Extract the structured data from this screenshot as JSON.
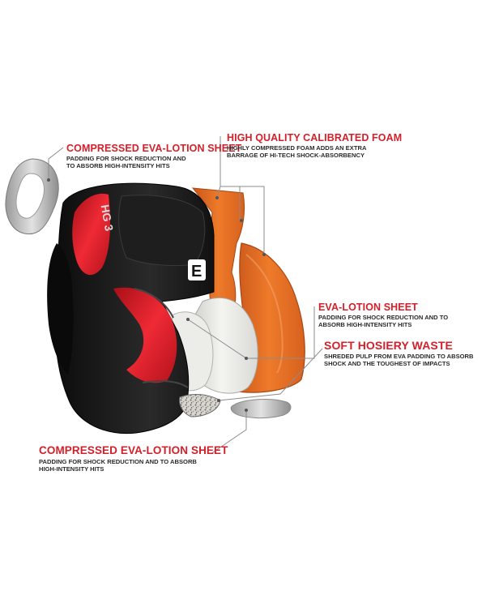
{
  "product": {
    "model_mark": "HG 3",
    "brand_mark": "E"
  },
  "callouts": [
    {
      "id": "compressed-eva-top",
      "title": "COMPRESSED EVA-LOTION SHEET",
      "text": "PADDING FOR SHOCK REDUCTION AND\nTO ABSORB HIGH-INTENSITY HITS"
    },
    {
      "id": "calibrated-foam",
      "title": "HIGH QUALITY CALIBRATED FOAM",
      "text": "HIGHLY COMPRESSED FOAM ADDS AN EXTRA\nBARRAGE OF HI-TECH SHOCK-ABSORBENCY"
    },
    {
      "id": "eva-lotion",
      "title": "EVA-LOTION SHEET",
      "text": "PADDING FOR SHOCK REDUCTION AND TO\nABSORB HIGH-INTENSITY HITS"
    },
    {
      "id": "soft-hosiery",
      "title": "SOFT HOSIERY WASTE",
      "text": "SHREDED PULP FROM EVA PADDING TO ABSORB\nSHOCK AND THE TOUGHEST OF IMPACTS"
    },
    {
      "id": "compressed-eva-bottom",
      "title": "COMPRESSED EVA-LOTION SHEET",
      "text": "PADDING FOR SHOCK REDUCTION AND TO ABSORB\nHIGH-INTENSITY HITS"
    }
  ],
  "colors": {
    "accent_red": "#d3202a",
    "foam_orange": "#e36a1f",
    "shell_black": "#151515",
    "liner_grey": "#e6e6e3",
    "body_text": "#2a2a2a"
  }
}
